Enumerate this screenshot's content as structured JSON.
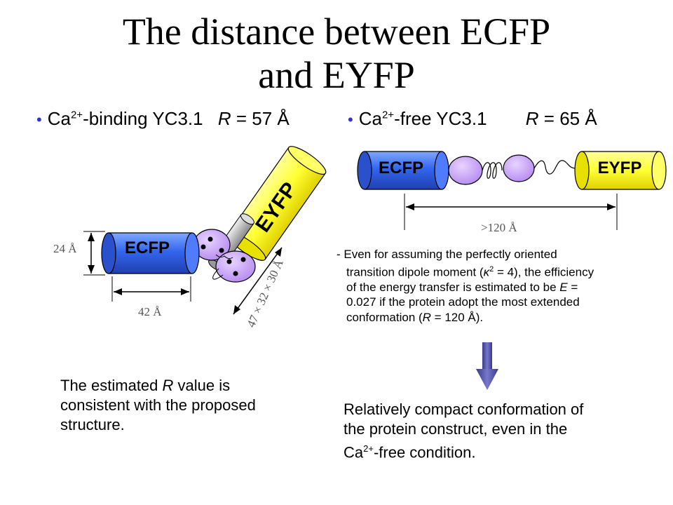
{
  "title": {
    "line1": "The distance between ECFP",
    "line2": "and EYFP"
  },
  "left_bullet": {
    "prefix": "Ca",
    "sup": "2+",
    "text": "-binding YC3.1",
    "r_label": "R",
    "r_value": " = 57 Å"
  },
  "right_bullet": {
    "prefix": "Ca",
    "sup": "2+",
    "text": "-free YC3.1",
    "r_label": "R",
    "r_value": " = 65 Å"
  },
  "left_diagram": {
    "ecfp_label": "ECFP",
    "eyfp_label": "EYFP",
    "height_label": "24 Å",
    "width_label": "42 Å",
    "dims_label": "47 × 32 × 30 Å"
  },
  "right_diagram": {
    "ecfp_label": "ECFP",
    "eyfp_label": "EYFP",
    "distance_label": ">120 Å"
  },
  "note": {
    "line1": "- Even for assuming the perfectly oriented",
    "line2a": "transition dipole moment (",
    "kappa": "κ",
    "kappa_sup": "2",
    "line2b": " = 4), the efficiency",
    "line3a": "of the energy transfer is estimated to be ",
    "e_sym": "E",
    "line3b": " =",
    "line4": "0.027 if the protein adopt the most extended",
    "line5a": "conformation (",
    "r_sym": "R",
    "line5b": " = 120 Å)."
  },
  "conclusion_left": {
    "part1": "The estimated ",
    "r_sym": "R",
    "part2": " value is",
    "line2": "consistent with the proposed",
    "line3": "structure."
  },
  "conclusion_right": {
    "line1": "Relatively compact conformation of",
    "line2": "the protein construct, even in the",
    "line3a": "Ca",
    "sup": "2+",
    "line3b": "-free condition."
  },
  "colors": {
    "ecfp_blue": "#3366ee",
    "eyfp_yellow": "#ffff33",
    "calmodulin_purple": "#cc99ff",
    "arrow_indigo": "#5555aa",
    "bullet_blue": "#3333cc"
  }
}
